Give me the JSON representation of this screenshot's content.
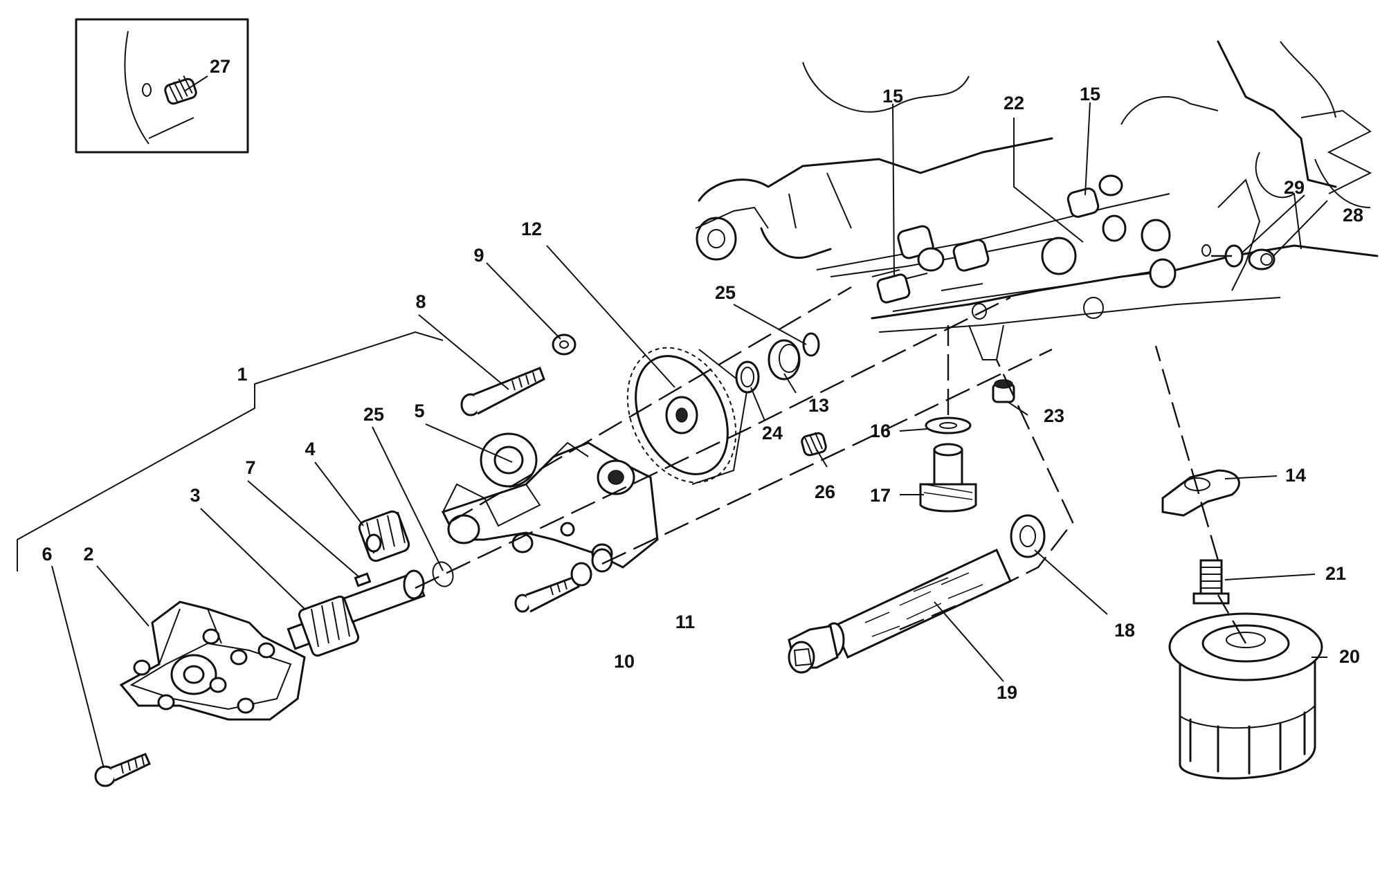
{
  "callouts": [
    {
      "id": "1",
      "text": "1"
    },
    {
      "id": "2",
      "text": "2"
    },
    {
      "id": "3",
      "text": "3"
    },
    {
      "id": "4",
      "text": "4"
    },
    {
      "id": "5",
      "text": "5"
    },
    {
      "id": "6",
      "text": "6"
    },
    {
      "id": "7",
      "text": "7"
    },
    {
      "id": "8",
      "text": "8"
    },
    {
      "id": "9",
      "text": "9"
    },
    {
      "id": "10",
      "text": "10"
    },
    {
      "id": "11",
      "text": "11"
    },
    {
      "id": "12",
      "text": "12"
    },
    {
      "id": "13",
      "text": "13"
    },
    {
      "id": "14",
      "text": "14"
    },
    {
      "id": "15a",
      "text": "15"
    },
    {
      "id": "15b",
      "text": "15"
    },
    {
      "id": "16",
      "text": "16"
    },
    {
      "id": "17",
      "text": "17"
    },
    {
      "id": "18",
      "text": "18"
    },
    {
      "id": "19",
      "text": "19"
    },
    {
      "id": "20",
      "text": "20"
    },
    {
      "id": "21",
      "text": "21"
    },
    {
      "id": "22",
      "text": "22"
    },
    {
      "id": "23",
      "text": "23"
    },
    {
      "id": "24",
      "text": "24"
    },
    {
      "id": "25a",
      "text": "25"
    },
    {
      "id": "25b",
      "text": "25"
    },
    {
      "id": "26",
      "text": "26"
    },
    {
      "id": "27",
      "text": "27"
    },
    {
      "id": "28",
      "text": "28"
    },
    {
      "id": "29",
      "text": "29"
    }
  ]
}
